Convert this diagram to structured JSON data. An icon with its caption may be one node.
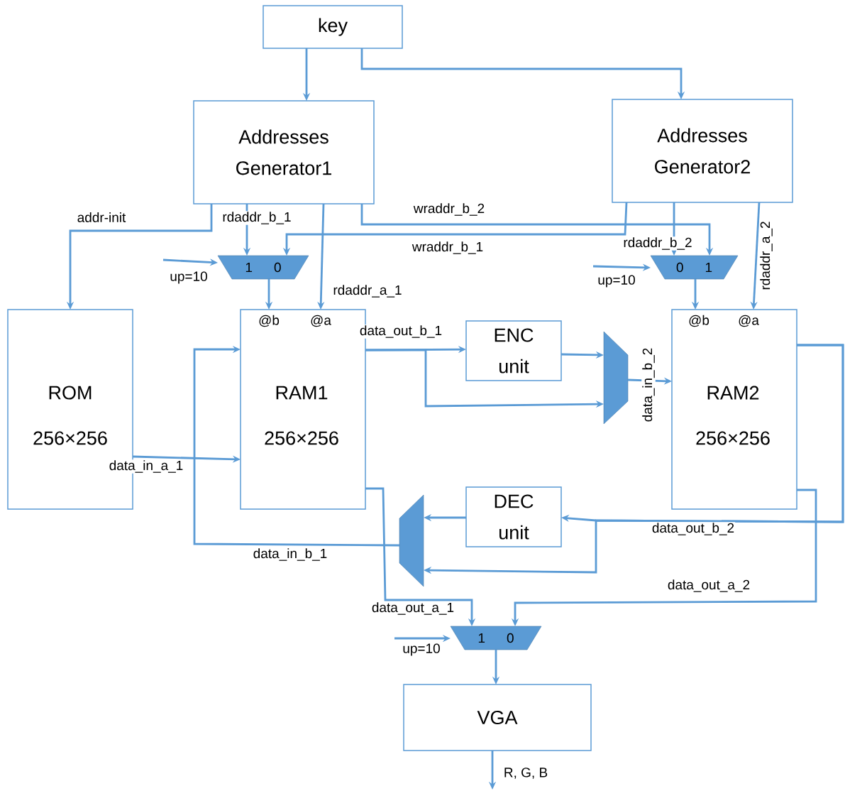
{
  "diagram": {
    "nodes": [
      {
        "text": [
          "key"
        ]
      },
      {
        "text": [
          "Addresses Generator1"
        ]
      },
      {
        "text": [
          "Addresses Generator2"
        ]
      },
      {
        "text": [
          "1",
          "0"
        ]
      },
      {
        "text": [
          "0",
          "1"
        ]
      },
      {
        "text": [
          "ROM",
          "256×256"
        ]
      },
      {
        "text": [
          "@b",
          "@a",
          "RAM1",
          "256×256"
        ]
      },
      {
        "text": [
          "ENC unit"
        ]
      },
      {
        "text": [],
        "shape": "trapezoid"
      },
      {
        "text": [
          "@b",
          "@a",
          "RAM2",
          "256×256"
        ]
      },
      {
        "text": [
          "DEC unit"
        ]
      },
      {
        "text": [],
        "shape": "trapezoid"
      },
      {
        "text": [
          "1",
          "0"
        ]
      },
      {
        "text": [
          "VGA"
        ]
      }
    ],
    "edges": [
      {
        "from": 0,
        "to": 1,
        "arrow": "to"
      },
      {
        "from": 0,
        "to": 2,
        "arrow": "to"
      },
      {
        "from": 1,
        "to": 5,
        "arrow": "to",
        "label": "addr-init"
      },
      {
        "from": 1,
        "to": 3,
        "arrow": "to",
        "label": "rdaddr_b_1"
      },
      {
        "from": 1,
        "to": 6,
        "arrow": "to",
        "label": "rdaddr_a_1"
      },
      {
        "from": 1,
        "to": 4,
        "arrow": "to",
        "label": "wraddr_b_2"
      },
      {
        "from": 2,
        "to": 3,
        "arrow": "to",
        "label": "wraddr_b_1"
      },
      {
        "from": 2,
        "to": 4,
        "arrow": "to",
        "label": "rdaddr_b_2"
      },
      {
        "from": 2,
        "to": 9,
        "arrow": "to",
        "label": "rdaddr_a_2"
      },
      {
        "from": null,
        "to": 3,
        "arrow": "to",
        "label": "up=10"
      },
      {
        "from": null,
        "to": 4,
        "arrow": "to",
        "label": "up=10"
      },
      {
        "from": 3,
        "to": 6,
        "arrow": "to"
      },
      {
        "from": 4,
        "to": 9,
        "arrow": "to"
      },
      {
        "from": 5,
        "to": 6,
        "arrow": "to",
        "label": "data_in_a_1"
      },
      {
        "from": 6,
        "to": 7,
        "arrow": "to",
        "label": "data_out_b_1"
      },
      {
        "from": 6,
        "to": 8,
        "arrow": "to"
      },
      {
        "from": 7,
        "to": 8,
        "arrow": "to"
      },
      {
        "from": 8,
        "to": 9,
        "arrow": "to",
        "label": "data_in_b_2"
      },
      {
        "from": 9,
        "to": 10,
        "arrow": "to",
        "label": "data_out_b_2"
      },
      {
        "from": 9,
        "to": 11,
        "arrow": "to"
      },
      {
        "from": 10,
        "to": 11,
        "arrow": "to"
      },
      {
        "from": 11,
        "to": 6,
        "arrow": "to",
        "label": "data_in_b_1"
      },
      {
        "from": 6,
        "to": 12,
        "arrow": "to",
        "label": "data_out_a_1"
      },
      {
        "from": 9,
        "to": 12,
        "arrow": "to",
        "label": "data_out_a_2"
      },
      {
        "from": null,
        "to": 12,
        "arrow": "to",
        "label": "up=10"
      },
      {
        "from": 12,
        "to": 13,
        "arrow": "to"
      },
      {
        "from": 13,
        "to": null,
        "arrow": "to",
        "label": "R, G, B"
      }
    ]
  }
}
